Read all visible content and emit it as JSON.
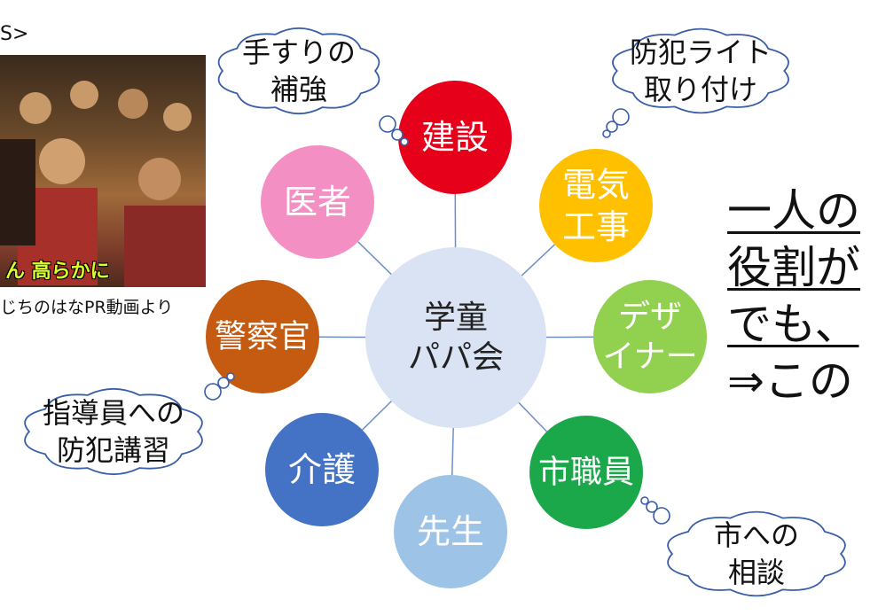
{
  "photo": {
    "label": "S>",
    "overlay_text": "ん 高らかに",
    "caption": "じちのはなPR動画より"
  },
  "hub": {
    "lines": [
      "学童",
      "パパ会"
    ],
    "color": "#dae3f3",
    "text_color": "#222222"
  },
  "nodes": [
    {
      "id": "kensetsu",
      "lines": [
        "建設"
      ],
      "color": "#e6001a",
      "text_color": "#ffffff"
    },
    {
      "id": "denki",
      "lines": [
        "電気",
        "工事"
      ],
      "color": "#ffc000",
      "text_color": "#ffffff"
    },
    {
      "id": "designer",
      "lines": [
        "デザ",
        "イナー"
      ],
      "color": "#92d050",
      "text_color": "#ffffff"
    },
    {
      "id": "shokuin",
      "lines": [
        "市職員"
      ],
      "color": "#1ba84a",
      "text_color": "#ffffff"
    },
    {
      "id": "sensei",
      "lines": [
        "先生"
      ],
      "color": "#9dc3e6",
      "text_color": "#ffffff"
    },
    {
      "id": "kaigo",
      "lines": [
        "介護"
      ],
      "color": "#4472c4",
      "text_color": "#ffffff"
    },
    {
      "id": "keisatsu",
      "lines": [
        "警察官"
      ],
      "color": "#c55a11",
      "text_color": "#ffffff"
    },
    {
      "id": "isha",
      "lines": [
        "医者"
      ],
      "color": "#f48fc4",
      "text_color": "#ffffff"
    }
  ],
  "clouds": [
    {
      "id": "tesuri",
      "lines": [
        "手すりの",
        "補強"
      ]
    },
    {
      "id": "light",
      "lines": [
        "防犯ライト",
        "取り付け"
      ]
    },
    {
      "id": "shidou",
      "lines": [
        "指導員への",
        "防犯講習"
      ]
    },
    {
      "id": "soudan",
      "lines": [
        "市への",
        "相談"
      ]
    }
  ],
  "main_text": {
    "line1": "一人の",
    "line2": "役割が",
    "line3": "でも、",
    "line4": "⇒この"
  }
}
